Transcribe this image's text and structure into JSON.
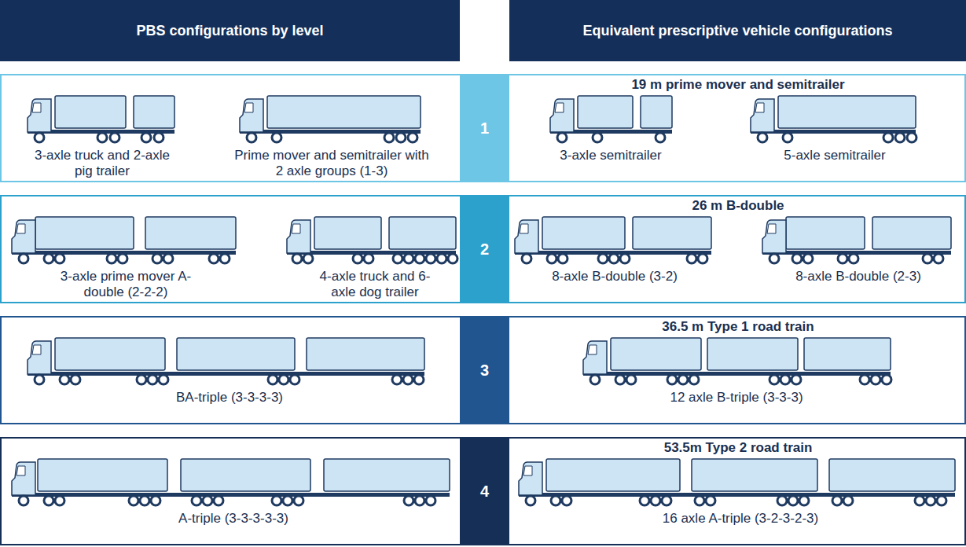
{
  "diagram": {
    "nodes": [
      {
        "text": [
          "PBS configurations by level"
        ]
      },
      {
        "text": [
          "Equivalent prescriptive vehicle configurations"
        ]
      },
      {
        "text": [
          "3-axle truck and 2-axle pig trailer",
          "Prime mover and semitrailer with 2 axle groups (1-3)",
          "19 m prime mover and semitrailer",
          "3-axle semitrailer",
          "5-axle semitrailer"
        ]
      },
      {
        "text": [
          "1"
        ],
        "in": 2
      },
      {
        "text": [
          "3-axle prime mover A-double (2-2-2)",
          "4-axle truck and 6-axle dog trailer",
          "26 m B-double",
          "8-axle B-double (3-2)",
          "8-axle B-double (2-3)"
        ]
      },
      {
        "text": [
          "2"
        ],
        "in": 4
      },
      {
        "text": [
          "BA-triple (3-3-3-3)",
          "36.5 m Type 1 road train",
          "12 axle B-triple (3-3-3)"
        ]
      },
      {
        "text": [
          "3"
        ],
        "in": 6
      },
      {
        "text": [
          "A-triple (3-3-3-3-3)",
          "53.5m Type 2 road train",
          "16 axle A-triple (3-2-3-2-3)"
        ]
      },
      {
        "text": [
          "4"
        ],
        "in": 8
      }
    ]
  }
}
